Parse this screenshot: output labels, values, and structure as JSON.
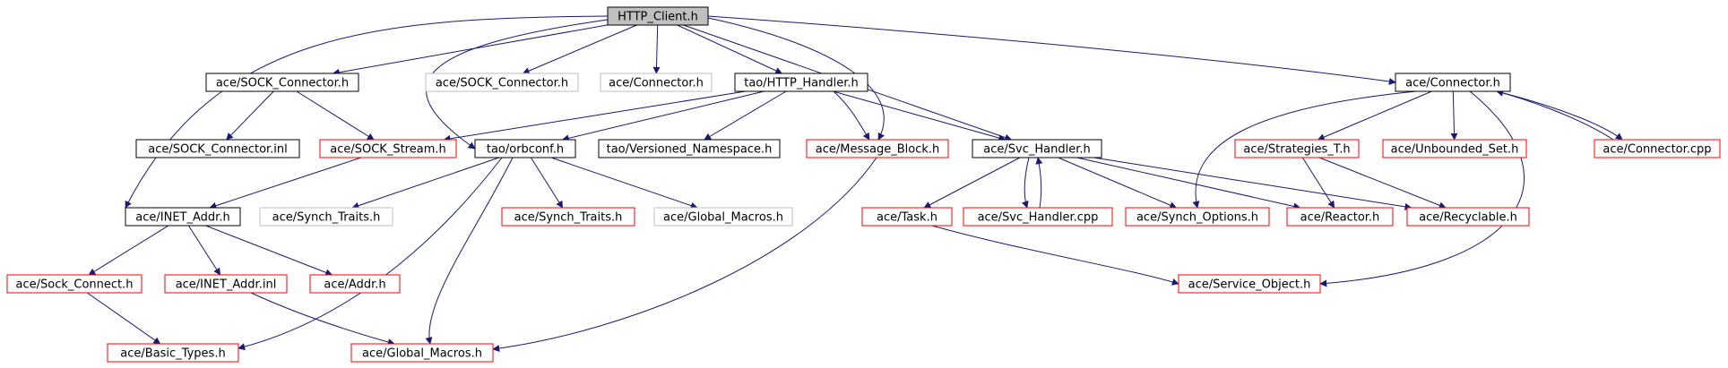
{
  "graph": {
    "root": "HTTP_Client.h",
    "colors": {
      "root_fill": "#bfbfbf",
      "normal_border": "#000000",
      "missing_border": "#ff0000",
      "external_border": "#bfbfbf",
      "edge": "#191970",
      "text": "#000000"
    },
    "nodes": [
      {
        "id": "http_client",
        "label": "HTTP_Client.h",
        "kind": "root"
      },
      {
        "id": "sock_conn_h",
        "label": "ace/SOCK_Connector.h",
        "kind": "normal"
      },
      {
        "id": "sock_conn_h_ext",
        "label": "ace/SOCK_Connector.h",
        "kind": "external"
      },
      {
        "id": "connector_h_ext",
        "label": "ace/Connector.h",
        "kind": "external"
      },
      {
        "id": "http_handler",
        "label": "tao/HTTP_Handler.h",
        "kind": "normal"
      },
      {
        "id": "connector_h",
        "label": "ace/Connector.h",
        "kind": "normal"
      },
      {
        "id": "sock_conn_inl",
        "label": "ace/SOCK_Connector.inl",
        "kind": "normal"
      },
      {
        "id": "sock_stream",
        "label": "ace/SOCK_Stream.h",
        "kind": "missing"
      },
      {
        "id": "orbconf",
        "label": "tao/orbconf.h",
        "kind": "normal"
      },
      {
        "id": "versioned_ns",
        "label": "tao/Versioned_Namespace.h",
        "kind": "normal"
      },
      {
        "id": "message_block",
        "label": "ace/Message_Block.h",
        "kind": "missing"
      },
      {
        "id": "svc_handler",
        "label": "ace/Svc_Handler.h",
        "kind": "normal"
      },
      {
        "id": "strategies_t",
        "label": "ace/Strategies_T.h",
        "kind": "missing"
      },
      {
        "id": "unbounded_set",
        "label": "ace/Unbounded_Set.h",
        "kind": "missing"
      },
      {
        "id": "connector_cpp",
        "label": "ace/Connector.cpp",
        "kind": "missing"
      },
      {
        "id": "inet_addr_h",
        "label": "ace/INET_Addr.h",
        "kind": "normal"
      },
      {
        "id": "synch_traits_ext",
        "label": "ace/Synch_Traits.h",
        "kind": "external"
      },
      {
        "id": "synch_traits",
        "label": "ace/Synch_Traits.h",
        "kind": "missing"
      },
      {
        "id": "global_macros_ext",
        "label": "ace/Global_Macros.h",
        "kind": "external"
      },
      {
        "id": "task_h",
        "label": "ace/Task.h",
        "kind": "missing"
      },
      {
        "id": "svc_handler_cpp",
        "label": "ace/Svc_Handler.cpp",
        "kind": "missing"
      },
      {
        "id": "synch_options",
        "label": "ace/Synch_Options.h",
        "kind": "missing"
      },
      {
        "id": "reactor_h",
        "label": "ace/Reactor.h",
        "kind": "missing"
      },
      {
        "id": "recyclable_h",
        "label": "ace/Recyclable.h",
        "kind": "missing"
      },
      {
        "id": "sock_connect",
        "label": "ace/Sock_Connect.h",
        "kind": "missing"
      },
      {
        "id": "inet_addr_inl",
        "label": "ace/INET_Addr.inl",
        "kind": "missing"
      },
      {
        "id": "addr_h",
        "label": "ace/Addr.h",
        "kind": "missing"
      },
      {
        "id": "service_object",
        "label": "ace/Service_Object.h",
        "kind": "missing"
      },
      {
        "id": "basic_types",
        "label": "ace/Basic_Types.h",
        "kind": "missing"
      },
      {
        "id": "global_macros",
        "label": "ace/Global_Macros.h",
        "kind": "missing"
      }
    ],
    "edges": [
      {
        "from": "http_client",
        "to": "sock_conn_h"
      },
      {
        "from": "http_client",
        "to": "sock_conn_h_ext"
      },
      {
        "from": "http_client",
        "to": "connector_h_ext"
      },
      {
        "from": "http_client",
        "to": "http_handler"
      },
      {
        "from": "http_client",
        "to": "connector_h"
      },
      {
        "from": "http_client",
        "to": "inet_addr_h"
      },
      {
        "from": "http_client",
        "to": "orbconf"
      },
      {
        "from": "http_client",
        "to": "message_block"
      },
      {
        "from": "http_client",
        "to": "svc_handler"
      },
      {
        "from": "sock_conn_h",
        "to": "sock_conn_inl"
      },
      {
        "from": "sock_conn_h",
        "to": "sock_stream"
      },
      {
        "from": "http_handler",
        "to": "sock_stream"
      },
      {
        "from": "http_handler",
        "to": "orbconf"
      },
      {
        "from": "http_handler",
        "to": "versioned_ns"
      },
      {
        "from": "http_handler",
        "to": "message_block"
      },
      {
        "from": "http_handler",
        "to": "svc_handler"
      },
      {
        "from": "connector_h",
        "to": "strategies_t"
      },
      {
        "from": "connector_h",
        "to": "unbounded_set"
      },
      {
        "from": "connector_h",
        "to": "connector_cpp"
      },
      {
        "from": "connector_h",
        "to": "synch_options"
      },
      {
        "from": "connector_h",
        "to": "service_object"
      },
      {
        "from": "connector_cpp",
        "to": "connector_h"
      },
      {
        "from": "sock_stream",
        "to": "inet_addr_h"
      },
      {
        "from": "orbconf",
        "to": "synch_traits_ext"
      },
      {
        "from": "orbconf",
        "to": "synch_traits"
      },
      {
        "from": "orbconf",
        "to": "global_macros_ext"
      },
      {
        "from": "orbconf",
        "to": "basic_types"
      },
      {
        "from": "orbconf",
        "to": "global_macros"
      },
      {
        "from": "message_block",
        "to": "global_macros"
      },
      {
        "from": "svc_handler",
        "to": "task_h"
      },
      {
        "from": "svc_handler",
        "to": "svc_handler_cpp"
      },
      {
        "from": "svc_handler",
        "to": "synch_options"
      },
      {
        "from": "svc_handler",
        "to": "reactor_h"
      },
      {
        "from": "svc_handler",
        "to": "recyclable_h"
      },
      {
        "from": "svc_handler_cpp",
        "to": "svc_handler"
      },
      {
        "from": "strategies_t",
        "to": "reactor_h"
      },
      {
        "from": "strategies_t",
        "to": "recyclable_h"
      },
      {
        "from": "inet_addr_h",
        "to": "sock_connect"
      },
      {
        "from": "inet_addr_h",
        "to": "inet_addr_inl"
      },
      {
        "from": "inet_addr_h",
        "to": "addr_h"
      },
      {
        "from": "inet_addr_inl",
        "to": "global_macros"
      },
      {
        "from": "sock_connect",
        "to": "basic_types"
      },
      {
        "from": "task_h",
        "to": "service_object"
      }
    ]
  }
}
